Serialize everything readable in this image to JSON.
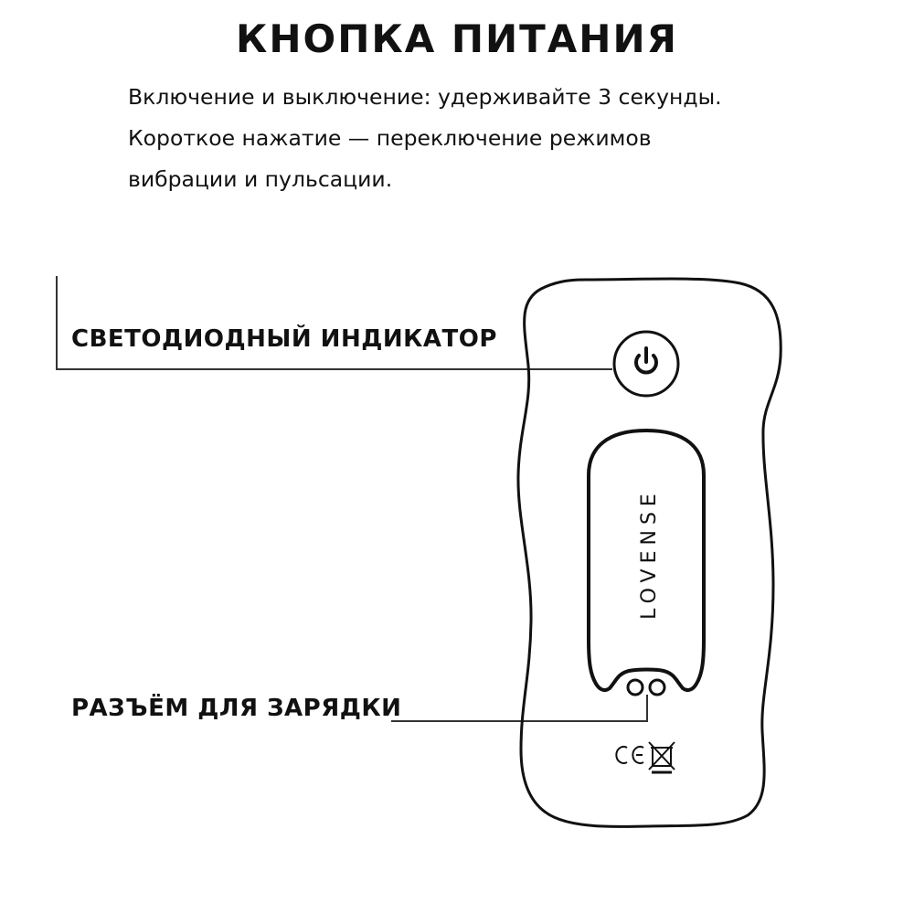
{
  "title": "КНОПКА ПИТАНИЯ",
  "description": {
    "line1": "Включение и выключение: удерживайте 3 секунды.",
    "line2": "Короткое нажатие — переключение режимов",
    "line3": "вибрации и пульсации."
  },
  "callouts": {
    "led_indicator": "СВЕТОДИОДНЫЙ ИНДИКАТОР",
    "charging_port": "РАЗЪЁМ ДЛЯ ЗАРЯДКИ"
  },
  "device": {
    "brand": "LOVENSE",
    "marks": [
      "CE",
      "weee-bin-icon"
    ],
    "power_icon": "power-icon"
  },
  "colors": {
    "line": "#111111",
    "background": "#ffffff"
  }
}
